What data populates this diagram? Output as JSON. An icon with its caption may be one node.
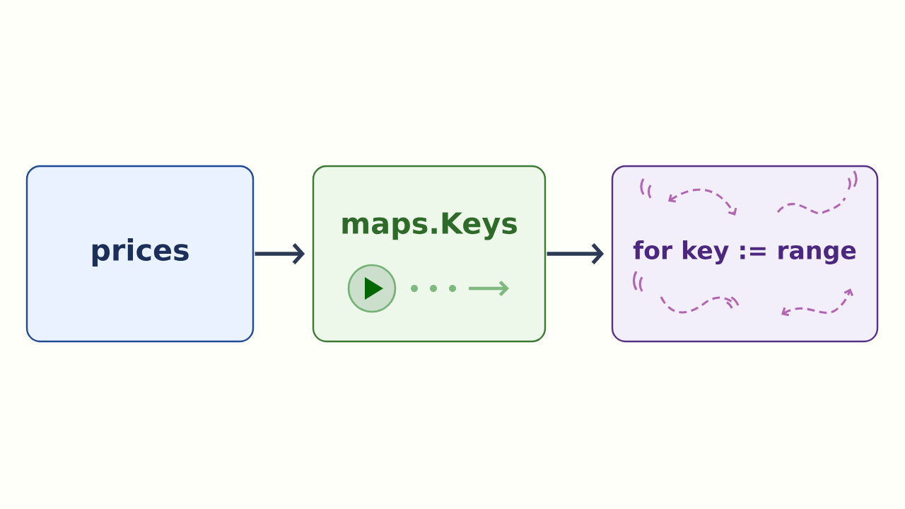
{
  "diagram": {
    "nodes": [
      {
        "text": [
          "prices"
        ]
      },
      {
        "text": [
          "maps.Keys"
        ]
      },
      {
        "text": [
          "for key := range"
        ]
      }
    ],
    "edges": [
      {
        "from": 0,
        "to": 1,
        "arrow": "to"
      },
      {
        "from": 1,
        "to": 2,
        "arrow": "to"
      }
    ]
  }
}
